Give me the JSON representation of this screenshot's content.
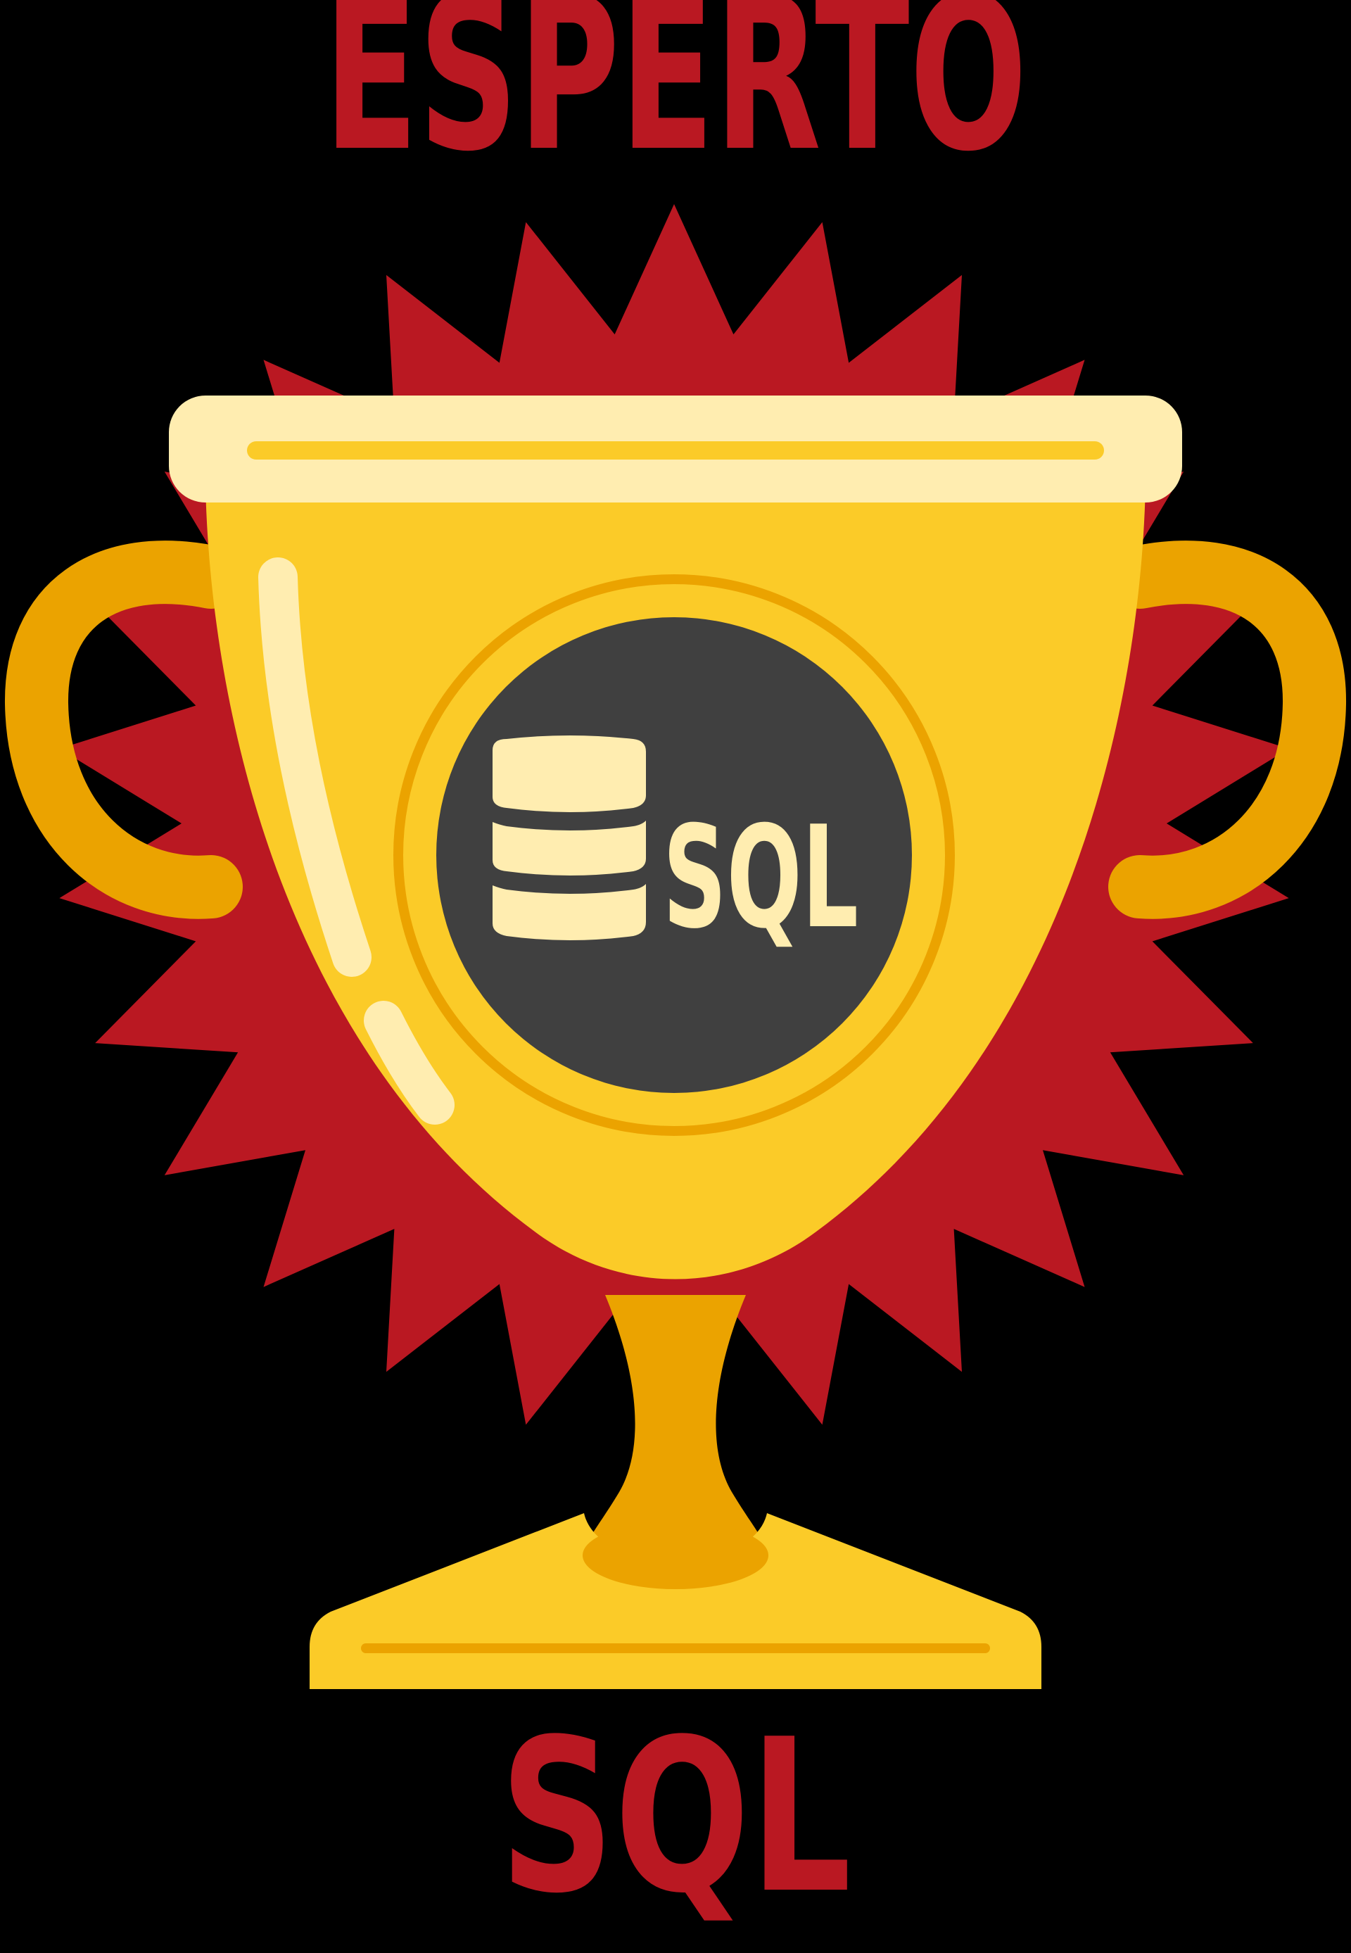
{
  "badge": {
    "title_top": "ESPERTO",
    "title_bottom": "SQL",
    "emblem_label": "SQL",
    "icons": {
      "trophy": "trophy-icon",
      "database": "database-icon",
      "starburst": "starburst-icon"
    }
  },
  "colors": {
    "background": "#000000",
    "red": "#BA1822",
    "gold": "#FBCB28",
    "gold_dark": "#EBA300",
    "cream": "#FFEDB0",
    "emblem_dark": "#404040"
  }
}
